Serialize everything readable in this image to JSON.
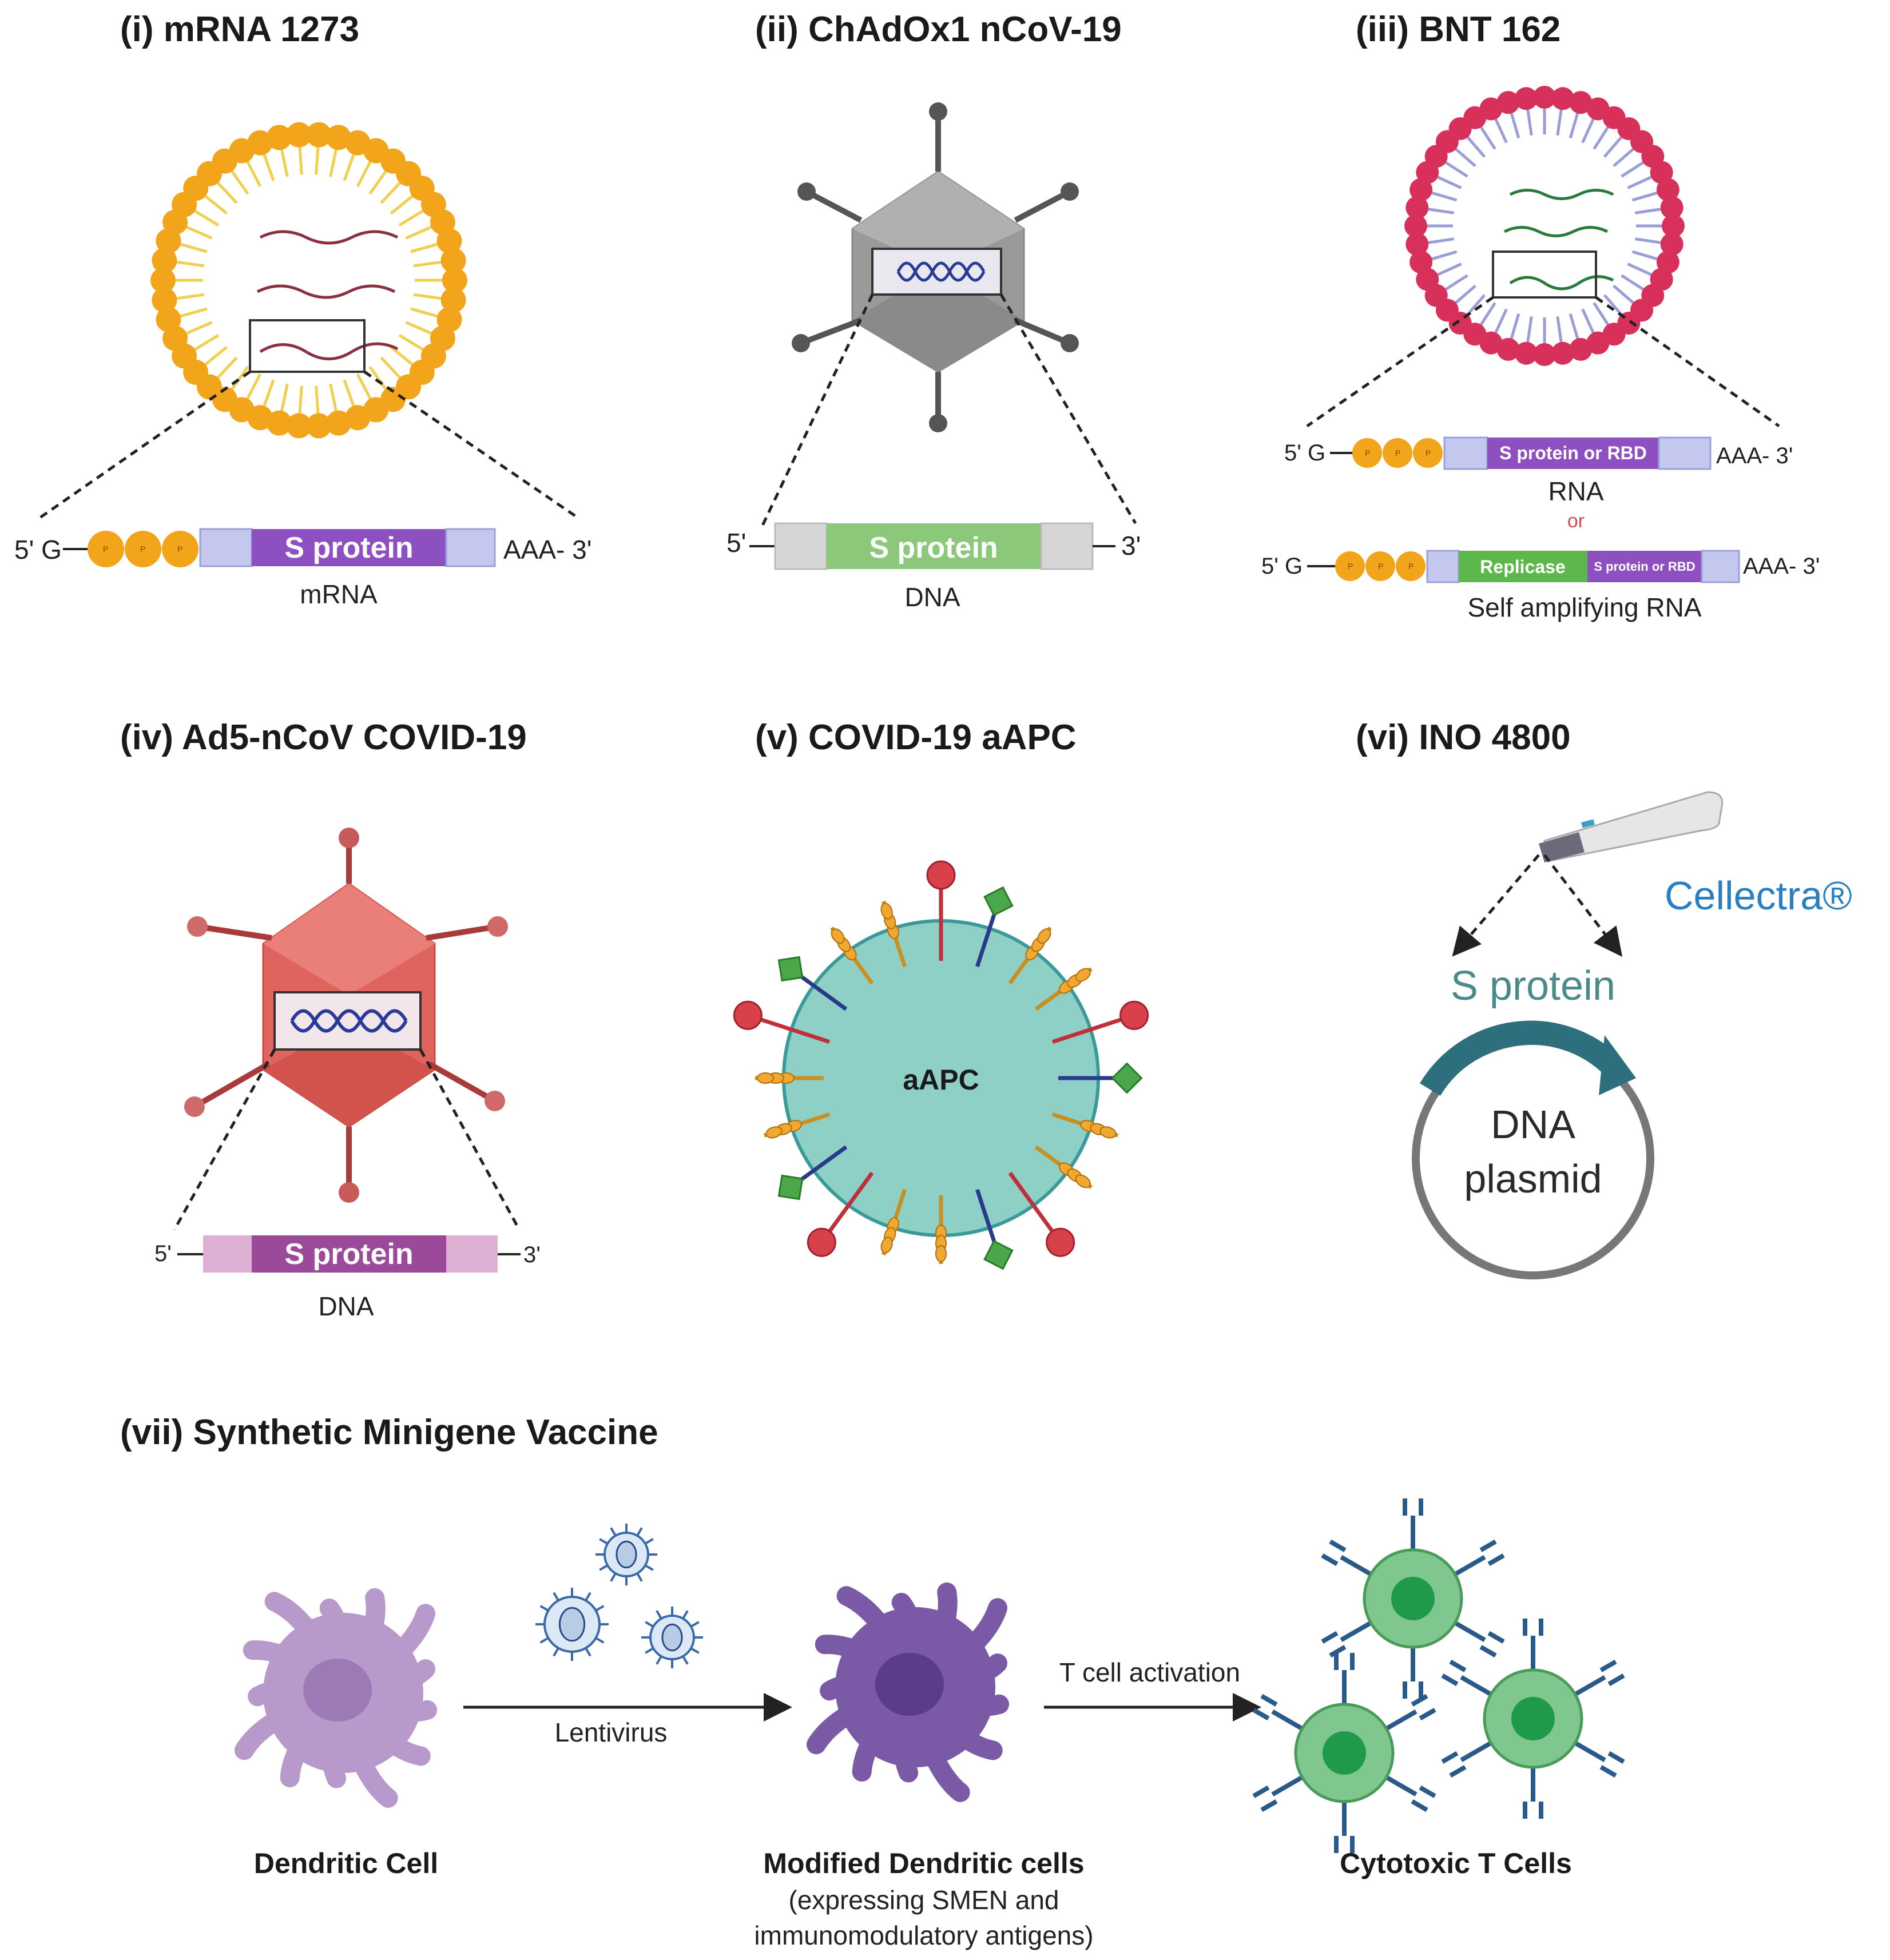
{
  "panels": {
    "p1": {
      "title": "(i) mRNA 1273",
      "five": "5' G",
      "three": "AAA- 3'",
      "gene": "S protein",
      "caption": "mRNA"
    },
    "p2": {
      "title": "(ii) ChAdOx1 nCoV-19",
      "five": "5'",
      "three": "3'",
      "gene": "S protein",
      "caption": "DNA"
    },
    "p3": {
      "title": "(iii) BNT 162",
      "five_a": "5' G",
      "gene_a": "S protein or RBD",
      "three_a": "AAA- 3'",
      "caption_a": "RNA",
      "or": "or",
      "five_b": "5' G",
      "replicase": "Replicase",
      "gene_b": "S protein or RBD",
      "three_b": "AAA- 3'",
      "caption_b": "Self amplifying RNA"
    },
    "p4": {
      "title": "(iv) Ad5-nCoV COVID-19",
      "five": "5'",
      "three": "3'",
      "gene": "S protein",
      "caption": "DNA"
    },
    "p5": {
      "title": "(v) COVID-19 aAPC",
      "center": "aAPC"
    },
    "p6": {
      "title": "(vi) INO 4800",
      "device": "Cellectra®",
      "protein": "S protein",
      "plasmid_1": "DNA",
      "plasmid_2": "plasmid"
    },
    "p7": {
      "title": "(vii) Synthetic Minigene Vaccine",
      "arrow1": "Lentivirus",
      "arrow2": "T cell activation",
      "cell1": "Dendritic Cell",
      "cell2": "Modified Dendritic cells",
      "cell2_sub1": "(expressing SMEN and",
      "cell2_sub2": "immunomodulatory antigens)",
      "cell3": "Cytotoxic T Cells"
    },
    "phosphate": "P"
  },
  "colors": {
    "lipid_orange": "#f2a51a",
    "lipid_tail": "#f0d050",
    "lipid_red": "#d7305a",
    "lipid_blue_tail": "#9a9ed8",
    "gene_purple": "#8e4fc0",
    "utr_lavender": "#c4c8ee",
    "gene_green": "#8cc87a",
    "gray_utr": "#d6d6d6",
    "adeno_gray": "#9a9a9a",
    "adeno_red": "#e0645e",
    "aapc_teal": "#8ed0c6",
    "cellectra_blue": "#2a7fc0",
    "dc_light": "#b79acb",
    "dc_dark": "#7a5aa6",
    "tcell_green": "#7fc78f"
  }
}
